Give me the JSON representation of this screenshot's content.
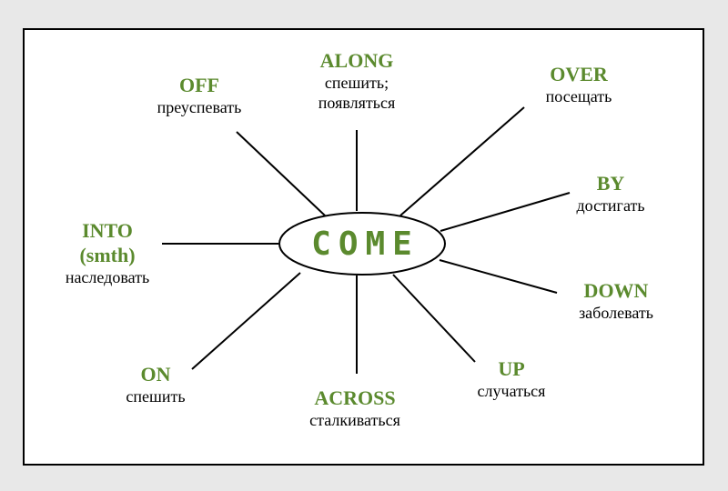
{
  "colors": {
    "accent": "#5b8a2e",
    "ink": "#000000"
  },
  "center": {
    "label": "COME"
  },
  "nodes": [
    {
      "id": "along",
      "verb": "ALONG",
      "verb2": "",
      "lines": [
        "спешить;",
        "появляться"
      ]
    },
    {
      "id": "off",
      "verb": "OFF",
      "verb2": "",
      "lines": [
        "преуспевать"
      ]
    },
    {
      "id": "over",
      "verb": "OVER",
      "verb2": "",
      "lines": [
        "посещать"
      ]
    },
    {
      "id": "by",
      "verb": "BY",
      "verb2": "",
      "lines": [
        "достигать"
      ]
    },
    {
      "id": "into",
      "verb": "INTO",
      "verb2": "(smth)",
      "lines": [
        "наследовать"
      ]
    },
    {
      "id": "down",
      "verb": "DOWN",
      "verb2": "",
      "lines": [
        "заболевать"
      ]
    },
    {
      "id": "on",
      "verb": "ON",
      "verb2": "",
      "lines": [
        "спешить"
      ]
    },
    {
      "id": "across",
      "verb": "ACROSS",
      "verb2": "",
      "lines": [
        "сталкиваться"
      ]
    },
    {
      "id": "up",
      "verb": "UP",
      "verb2": "",
      "lines": [
        "случаться"
      ]
    }
  ]
}
